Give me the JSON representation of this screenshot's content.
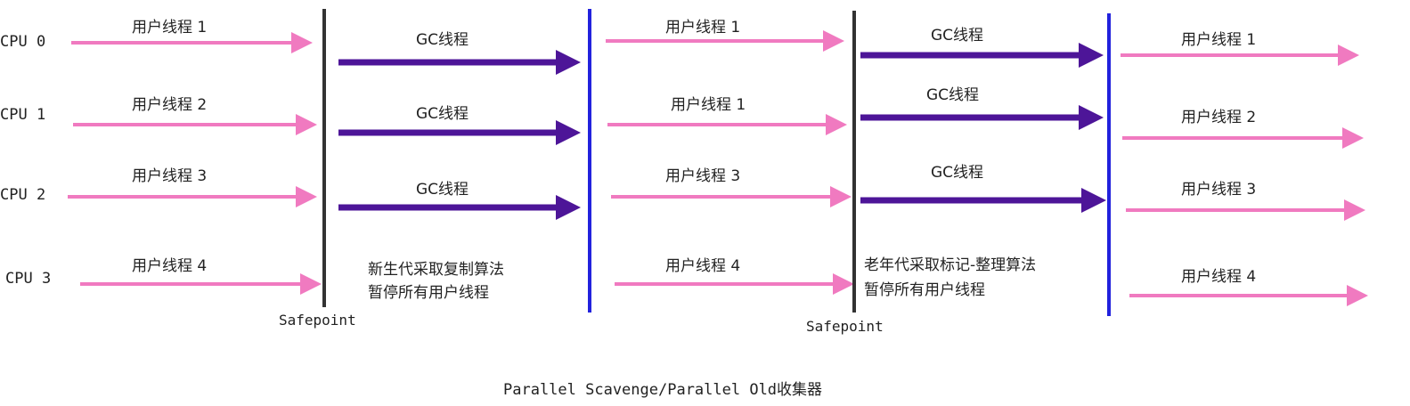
{
  "cpu_labels": [
    "CPU 0",
    "CPU 1",
    "CPU 2",
    "CPU 3"
  ],
  "phase1": {
    "threads": [
      "用户线程 1",
      "用户线程 2",
      "用户线程 3",
      "用户线程 4"
    ]
  },
  "phase2": {
    "gc_threads": [
      "GC线程",
      "GC线程",
      "GC线程"
    ],
    "note_line1": "新生代采取复制算法",
    "note_line2": "暂停所有用户线程"
  },
  "phase3": {
    "threads": [
      "用户线程 1",
      "用户线程 1",
      "用户线程 3",
      "用户线程 4"
    ]
  },
  "phase4": {
    "gc_threads": [
      "GC线程",
      "GC线程",
      "GC线程"
    ],
    "note_line1": "老年代采取标记-整理算法",
    "note_line2": "暂停所有用户线程"
  },
  "phase5": {
    "threads": [
      "用户线程 1",
      "用户线程 2",
      "用户线程 3",
      "用户线程 4"
    ]
  },
  "safepoints": [
    "Safepoint",
    "Safepoint"
  ],
  "caption": "Parallel Scavenge/Parallel Old收集器",
  "colors": {
    "user_arrow": "#f07ac0",
    "gc_arrow": "#4d1598",
    "safepoint_line": "#333333",
    "resume_line": "#2222dd",
    "text": "#222222"
  }
}
